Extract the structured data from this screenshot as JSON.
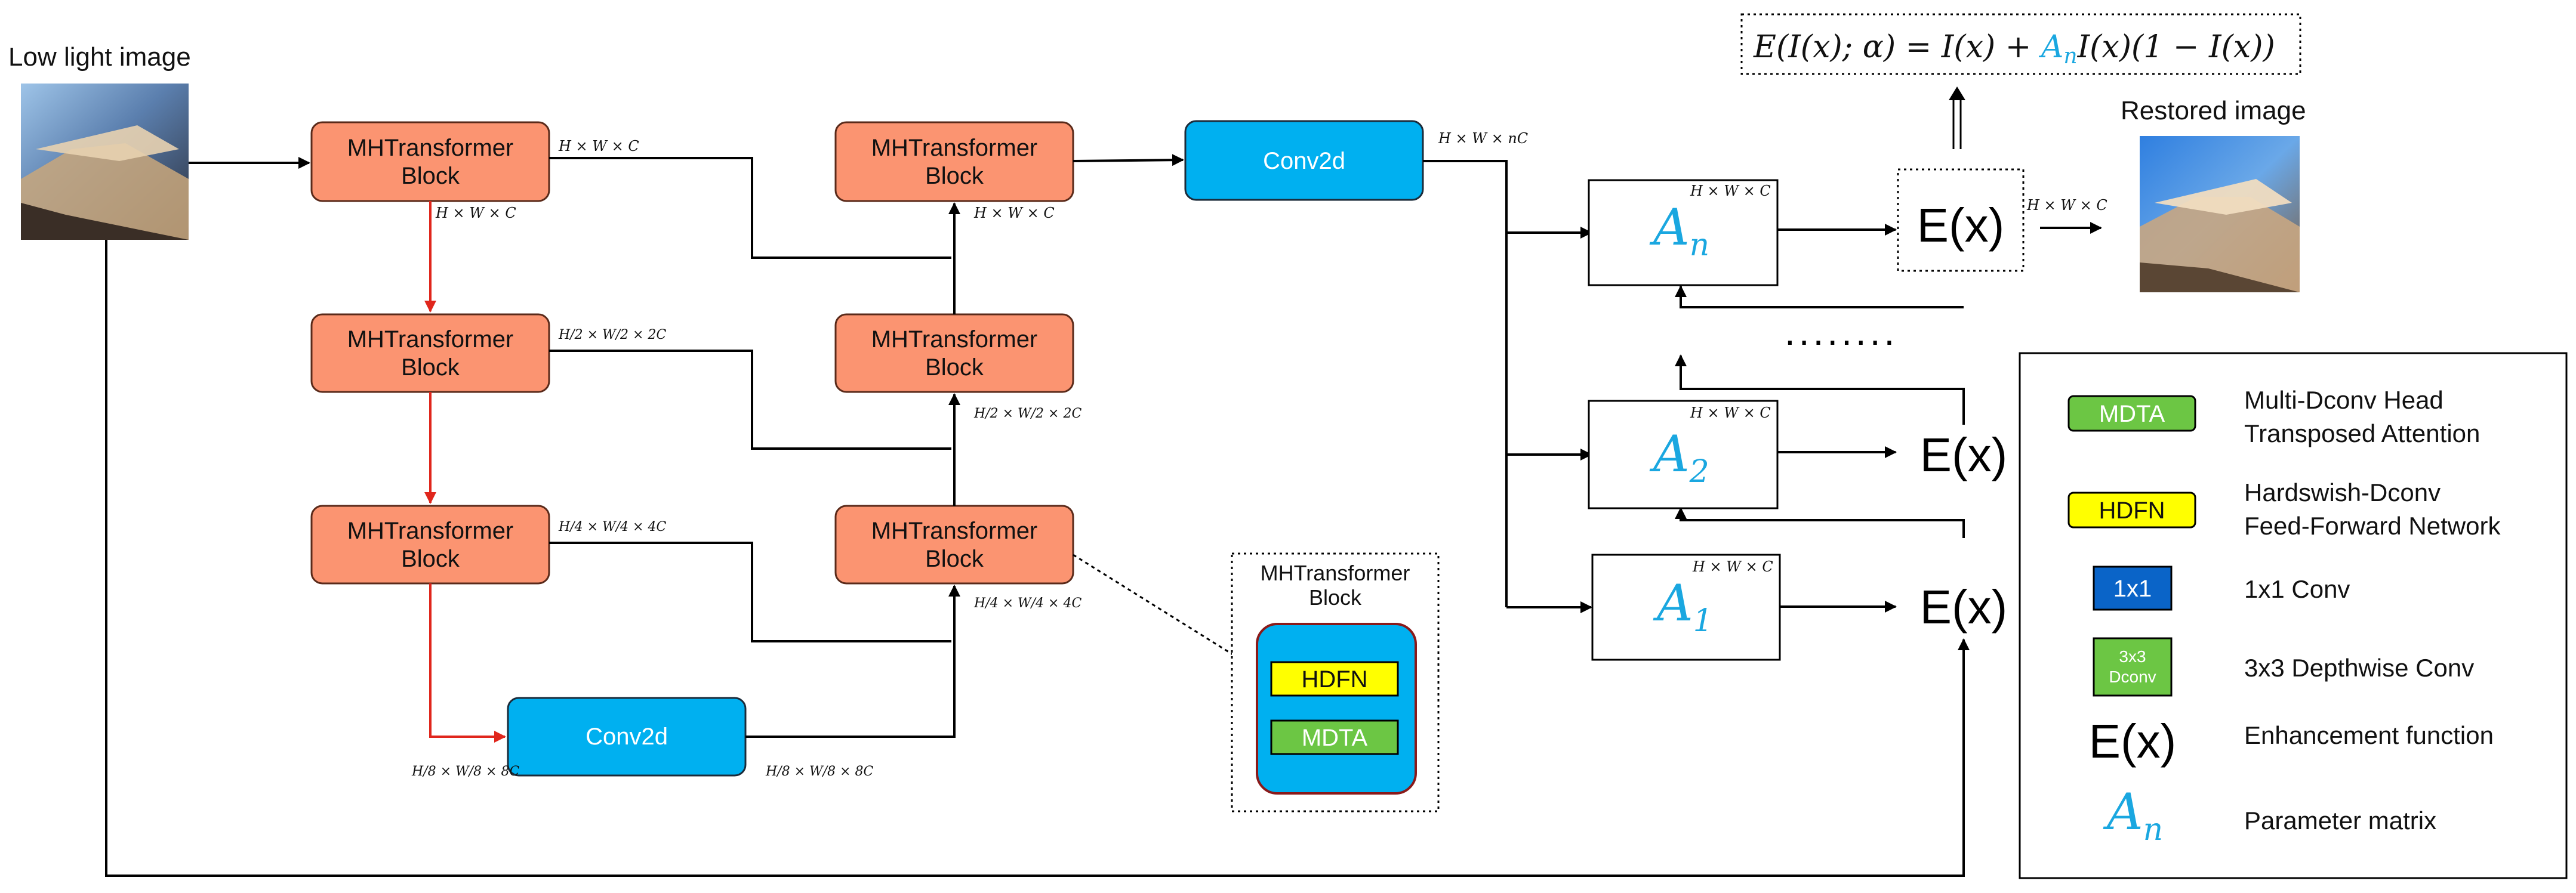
{
  "input_label": "Low light image",
  "output_label": "Restored image",
  "encoder": [
    {
      "label_1": "MHTransformer",
      "label_2": "Block",
      "dim_right": "H × W × C",
      "dim_below": "H × W × C"
    },
    {
      "label_1": "MHTransformer",
      "label_2": "Block",
      "dim_pre": "H/2 × W/2 × 2C"
    },
    {
      "label_1": "MHTransformer",
      "label_2": "Block",
      "dim_pre": "H/4 × W/4 × 4C"
    }
  ],
  "bottleneck": {
    "label": "Conv2d",
    "dim_in": "H/8 × W/8 × 8C",
    "dim_out": "H/8 × W/8 × 8C"
  },
  "decoder": [
    {
      "label_1": "MHTransformer",
      "label_2": "Block",
      "dim_below": "H × W × C"
    },
    {
      "label_1": "MHTransformer",
      "label_2": "Block",
      "dim_below": "H/2 × W/2 × 2C"
    },
    {
      "label_1": "MHTransformer",
      "label_2": "Block",
      "dim_below": "H/4 × W/4 × 4C"
    }
  ],
  "head_conv": {
    "label": "Conv2d",
    "dim_out": "H × W × nC"
  },
  "param_blocks": [
    {
      "symbol": "A",
      "sub": "n",
      "dim": "H × W × C"
    },
    {
      "symbol": "A",
      "sub": "2",
      "dim": "H × W × C"
    },
    {
      "symbol": "A",
      "sub": "1",
      "dim": "H × W × C"
    }
  ],
  "enhance_label": "E(x)",
  "enhance_dim": "H × W × C",
  "ellipsis": "........",
  "formula": {
    "lhs": "E(I(x); α) = I(x) + ",
    "a": "A",
    "a_sub": "n",
    "rhs": "I(x)(1 − I(x))"
  },
  "inset": {
    "title_1": "MHTransformer",
    "title_2": "Block",
    "hdfn": "HDFN",
    "mdta": "MDTA"
  },
  "legend": [
    {
      "badge": "MDTA",
      "text_1": "Multi-Dconv Head",
      "text_2": "Transposed Attention"
    },
    {
      "badge": "HDFN",
      "text_1": "Hardswish-Dconv",
      "text_2": "Feed-Forward Network"
    },
    {
      "badge": "1x1",
      "text_1": "1x1 Conv",
      "text_2": ""
    },
    {
      "badge_1": "3x3",
      "badge_2": "Dconv",
      "text_1": "3x3 Depthwise Conv",
      "text_2": ""
    },
    {
      "badge": "E(x)",
      "text_1": "Enhancement function",
      "text_2": ""
    },
    {
      "badge": "A",
      "badge_sub": "n",
      "text_1": "Parameter matrix",
      "text_2": ""
    }
  ],
  "colors": {
    "transformer_block": "#fb9471",
    "conv_block": "#00b0f0",
    "red_arrow": "#e0261c",
    "accent_blue": "#1aa7e0",
    "mdta_green": "#6cc644",
    "hdfn_yellow": "#ffff00",
    "conv1x1_blue": "#0a64c8"
  }
}
